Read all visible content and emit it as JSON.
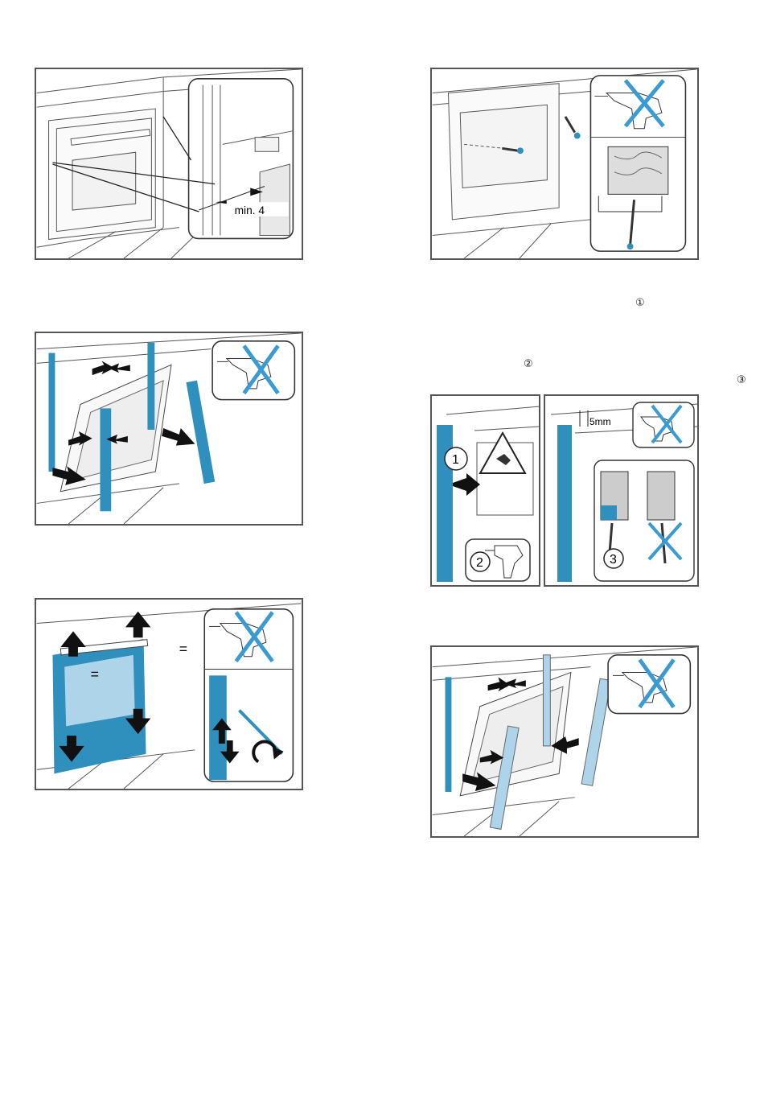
{
  "figures": {
    "fig1": {
      "callout": "min. 4"
    },
    "fig4": {
      "callout": "5mm",
      "step1": "1",
      "step2": "2",
      "step3": "3"
    },
    "fig5": {
      "equal_top": "=",
      "equal_side": "="
    }
  },
  "markers": {
    "m1": "①",
    "m2": "②",
    "m3": "③"
  },
  "colors": {
    "accent": "#2f8fbd",
    "accent_light": "#aed4ea",
    "forbidden": "#3a9ad2",
    "line": "#333333"
  },
  "icons": [
    "no-screwdriver-icon",
    "warning-hand-icon",
    "drill-icon",
    "screw-icon",
    "rotate-icon",
    "arrow-icon"
  ]
}
